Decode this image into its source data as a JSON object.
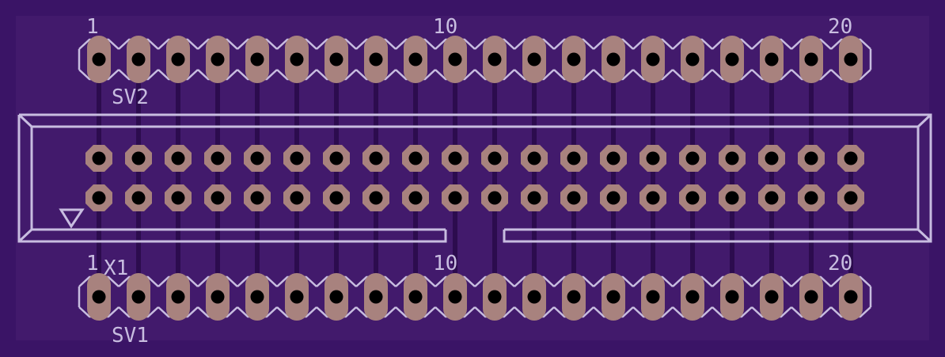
{
  "colors": {
    "board_edge": "#3a1466",
    "board_fill": "#421a6c",
    "trace": "#2c0c4e",
    "silkscreen": "#c8bde0",
    "pad_copper": "#a8827e",
    "drill": "#000000"
  },
  "headers": [
    {
      "name": "SV2",
      "pin_count": 20,
      "labels": {
        "first": "1",
        "middle": "10",
        "last": "20"
      }
    },
    {
      "name": "SV1",
      "pin_count": 20,
      "labels": {
        "first": "1",
        "middle": "10",
        "last": "20"
      },
      "extra_label": "X1"
    }
  ],
  "connector": {
    "rows": 2,
    "pins_per_row": 20
  },
  "icons": [
    "pin1-marker-triangle-icon"
  ]
}
